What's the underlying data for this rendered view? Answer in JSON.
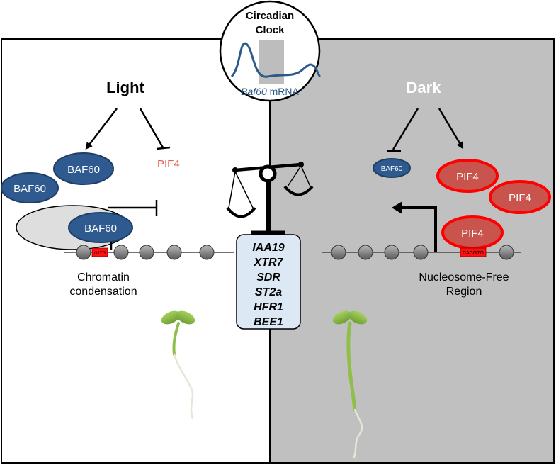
{
  "clock": {
    "title_line1": "Circadian",
    "title_line2": "Clock",
    "mrna_gene": "Baf60",
    "mrna_suffix": " mRNA"
  },
  "light": {
    "title": "Light",
    "baf60_top": "BAF60",
    "baf60_left": "BAF60",
    "baf60_bound": "BAF60",
    "pif4": "PIF4",
    "binding_site": "G?TG",
    "caption_line1": "Chromatin",
    "caption_line2": "condensation"
  },
  "dark": {
    "title": "Dark",
    "baf60": "BAF60",
    "pif4_top": "PIF4",
    "pif4_right": "PIF4",
    "pif4_bound": "PIF4",
    "binding_site": "CACGTG",
    "caption_line1": "Nucleosome-Free",
    "caption_line2": "Region"
  },
  "genes": [
    "IAA19",
    "XTR7",
    "SDR",
    "ST2a",
    "HFR1",
    "BEE1"
  ],
  "colors": {
    "dark_panel": "#c0c0c0",
    "baf60_fill": "#2e5a8f",
    "baf60_stroke": "#1f3e66",
    "pif4_fill": "#c9534d",
    "pif4_stroke": "#ff0000",
    "pif4_text_light": "#e0605a",
    "clock_curve": "#2b5a8a",
    "gene_box": "#dce9f5",
    "seedling": "#8fbf4a"
  }
}
